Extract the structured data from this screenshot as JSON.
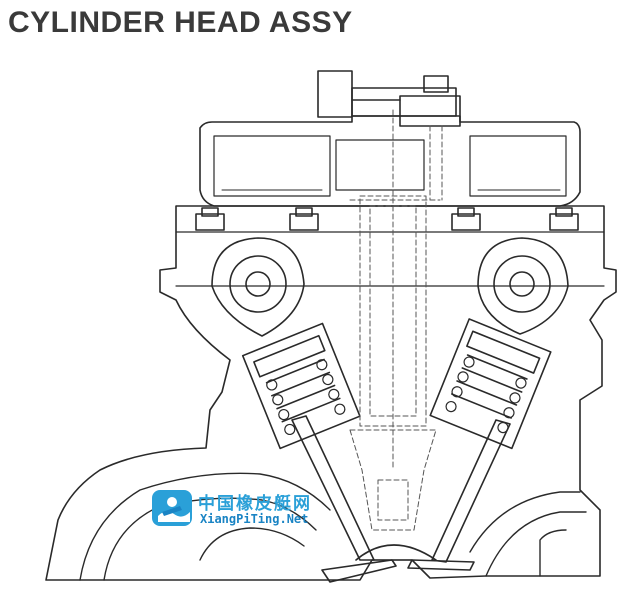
{
  "page": {
    "title": "CYLINDER HEAD ASSY"
  },
  "watermark": {
    "text_cn": "中国橡皮艇网",
    "text_en": "XiangPiTing.Net",
    "colors": {
      "primary": "#2aa0d8",
      "secondary": "#1a84c4"
    }
  },
  "colors": {
    "line": "#2a2a2a",
    "hidden_line": "#555555",
    "background": "#ffffff"
  }
}
